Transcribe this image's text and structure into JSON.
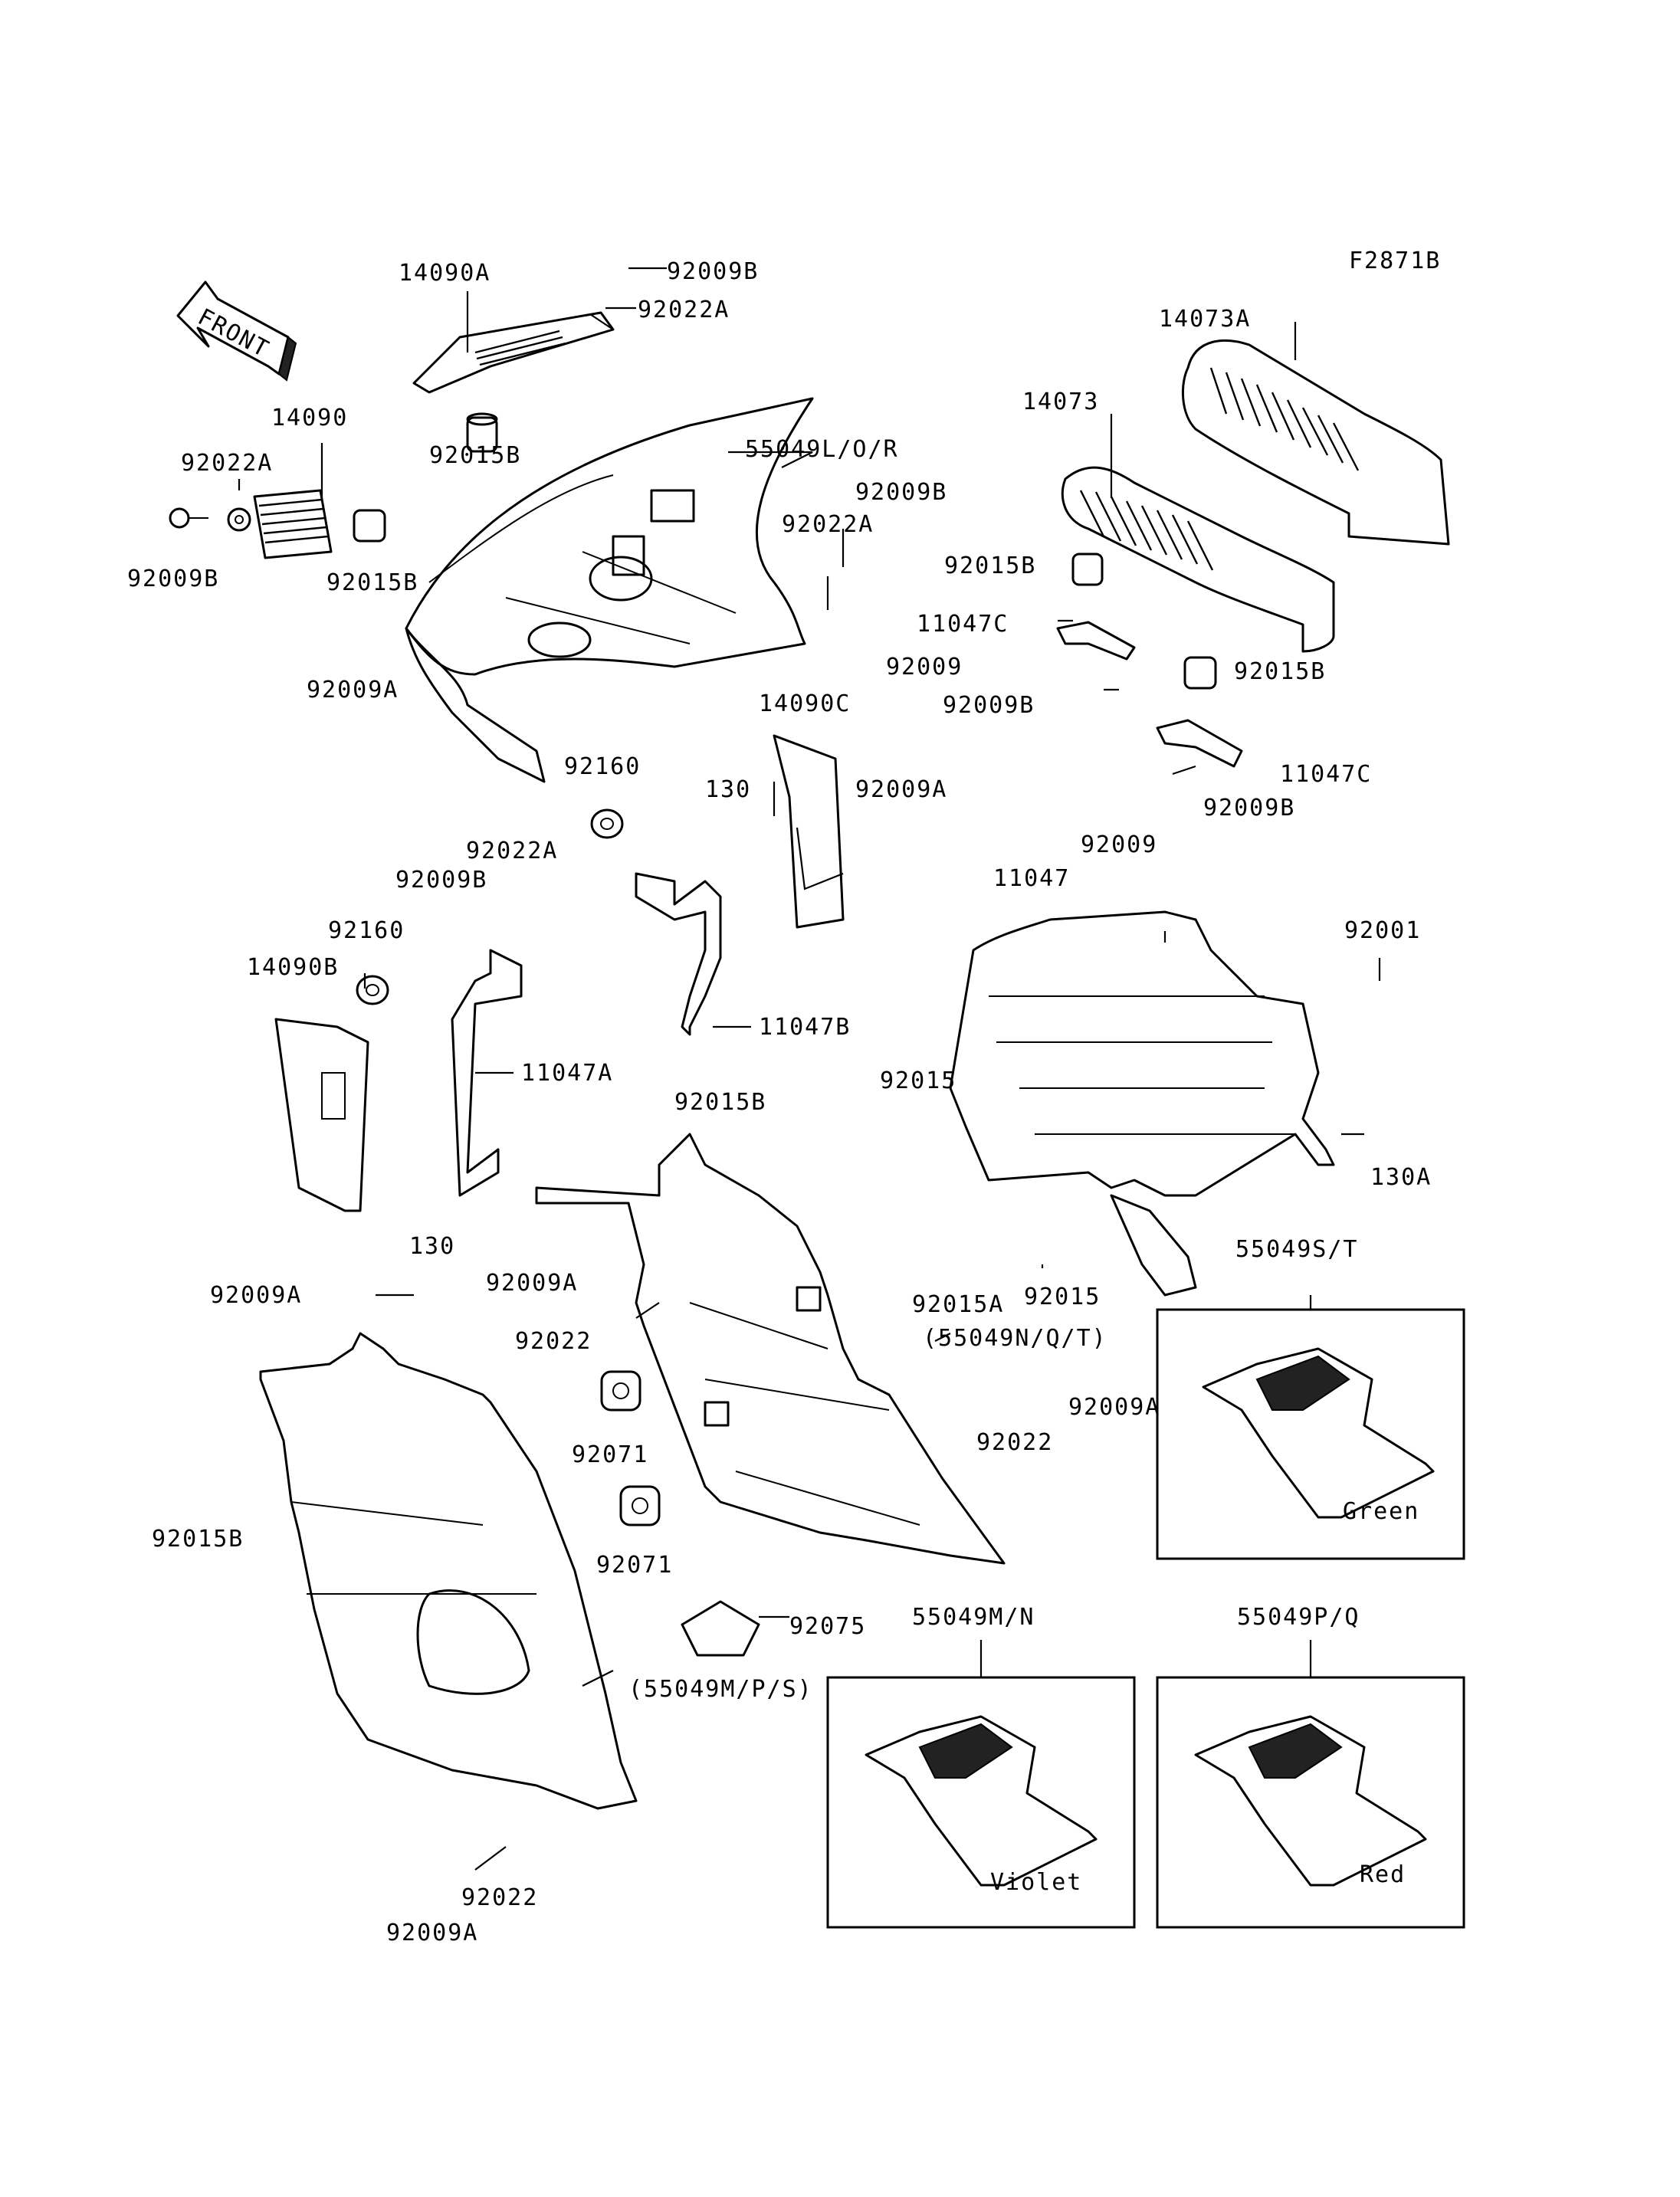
{
  "figure_id": "F2871B",
  "front_label": "FRONT",
  "labels": {
    "l_14090A": "14090A",
    "l_92009B_1": "92009B",
    "l_92022A_1": "92022A",
    "l_92015B_1": "92015B",
    "l_14090": "14090",
    "l_92022A_2": "92022A",
    "l_92009B_2": "92009B",
    "l_92015B_2": "92015B",
    "l_92009A_1": "92009A",
    "l_55049LOR": "55049L/O/R",
    "l_92009B_3": "92009B",
    "l_92022A_3": "92022A",
    "l_92022A_4": "92022A",
    "l_92009B_4": "92009B",
    "l_14073A": "14073A",
    "l_14073": "14073",
    "l_92015B_3": "92015B",
    "l_11047C_1": "11047C",
    "l_92009_1": "92009",
    "l_92009B_5": "92009B",
    "l_92015B_4": "92015B",
    "l_11047C_2": "11047C",
    "l_92009B_6": "92009B",
    "l_92009_2": "92009",
    "l_92160_1": "92160",
    "l_130_1": "130",
    "l_14090C": "14090C",
    "l_92009A_2": "92009A",
    "l_11047B": "11047B",
    "l_92160_2": "92160",
    "l_14090B": "14090B",
    "l_11047A": "11047A",
    "l_130_2": "130",
    "l_92009A_3": "92009A",
    "l_11047": "11047",
    "l_92001": "92001",
    "l_92015_1": "92015",
    "l_130A": "130A",
    "l_92015A": "92015A",
    "l_92015_2": "92015",
    "l_92015B_5": "92015B",
    "l_92009A_4": "92009A",
    "l_92022_1": "92022",
    "l_55049NQT": "(55049N/Q/T)",
    "l_92071_1": "92071",
    "l_92071_2": "92071",
    "l_92022_2": "92022",
    "l_92009A_5": "92009A",
    "l_92015B_6": "92015B",
    "l_92075": "92075",
    "l_55049MPS": "(55049M/P/S)",
    "l_92022_3": "92022",
    "l_92009A_6": "92009A",
    "l_55049ST": "55049S/T",
    "l_55049MN": "55049M/N",
    "l_55049PQ": "55049P/Q",
    "c_green": "Green",
    "c_violet": "Violet",
    "c_red": "Red"
  },
  "icons": [
    "front-arrow-icon",
    "bolt-icon",
    "washer-icon",
    "grommet-icon",
    "bushing-icon"
  ]
}
